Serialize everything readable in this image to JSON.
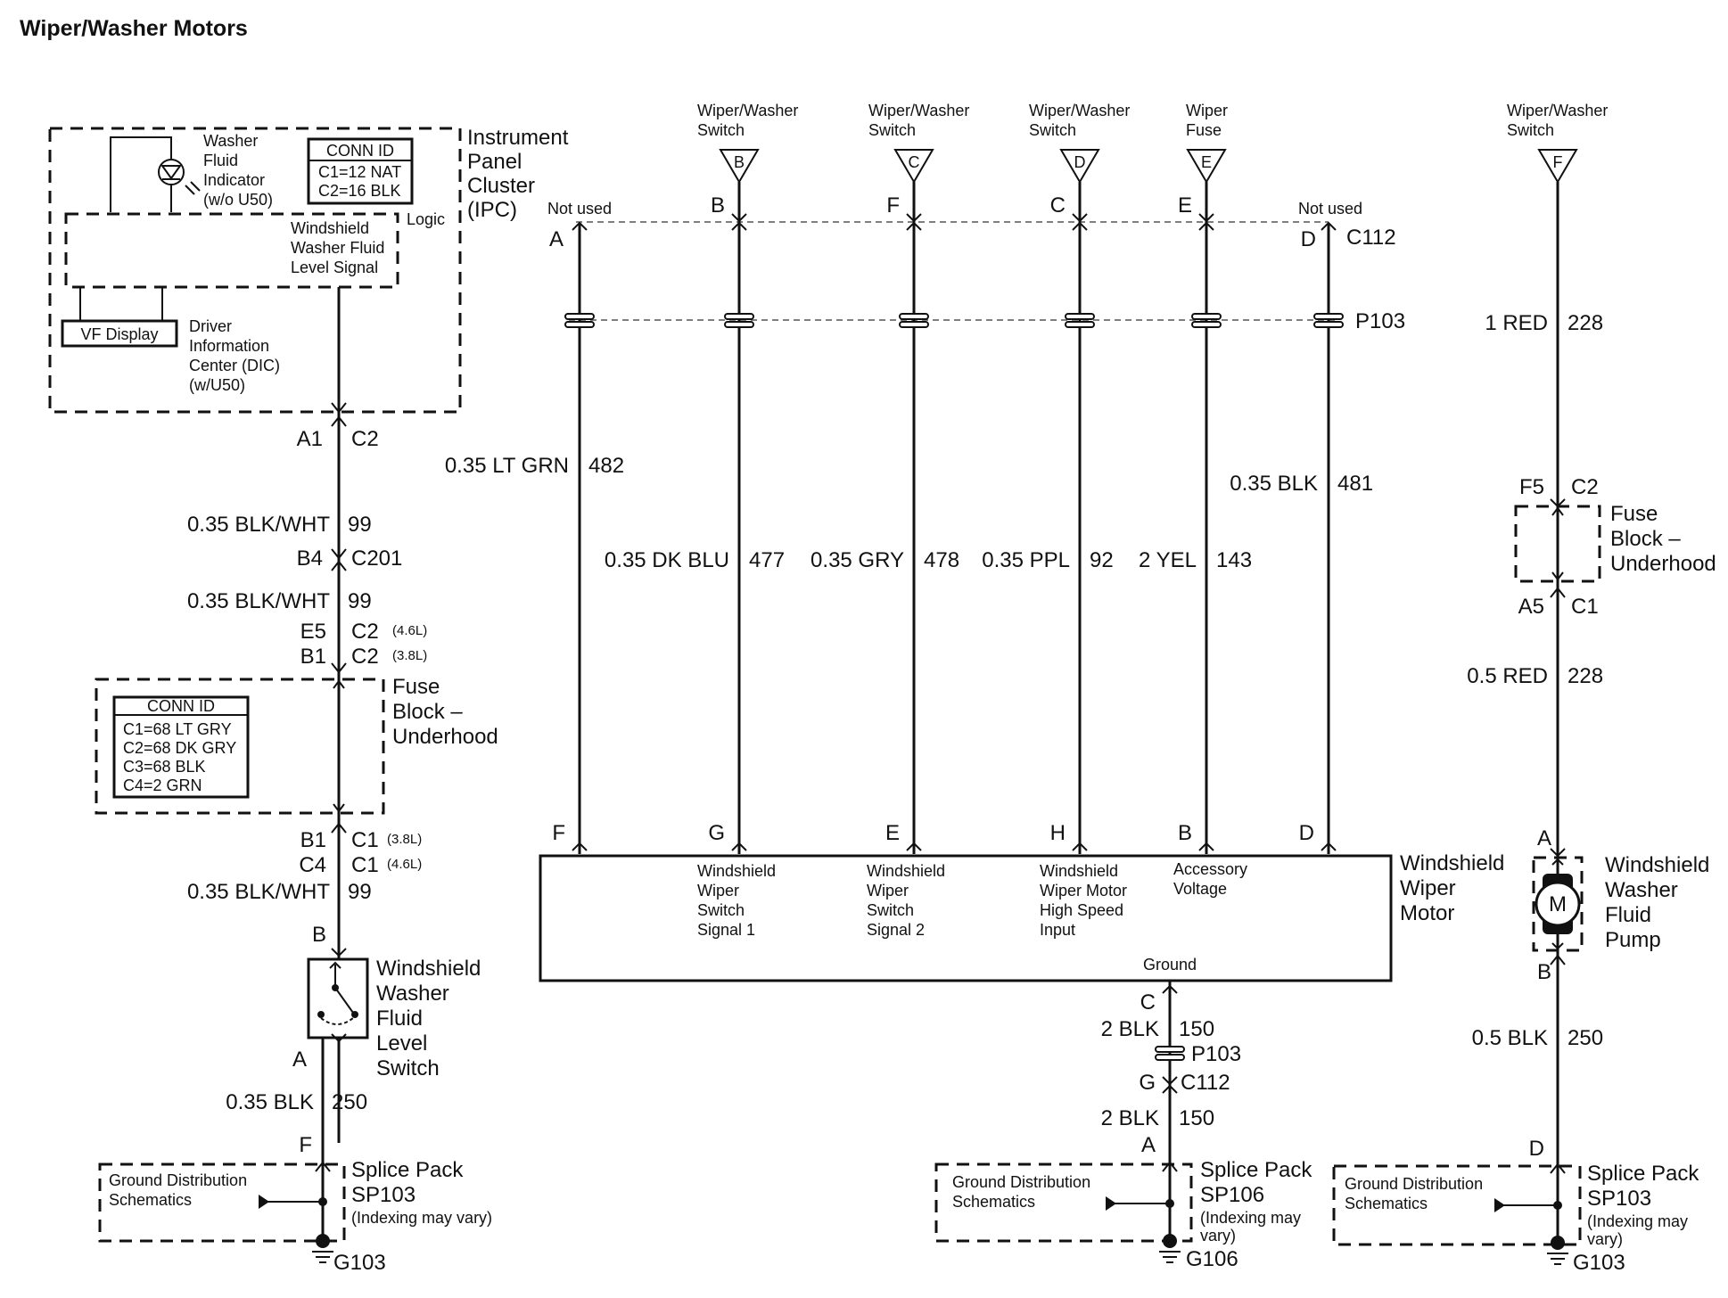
{
  "title": "Wiper/Washer Motors",
  "ipc": {
    "name": "Instrument Panel Cluster (IPC)",
    "name_lines": [
      "Instrument",
      "Panel",
      "Cluster",
      "(IPC)"
    ],
    "washer_indicator": [
      "Washer",
      "Fluid",
      "Indicator",
      "(w/o U50)"
    ],
    "conn_id": {
      "header": "CONN ID",
      "rows": [
        "C1=12 NAT",
        "C2=16 BLK"
      ]
    },
    "logic": "Logic",
    "signal": [
      "Windshield",
      "Washer Fluid",
      "Level Signal"
    ],
    "vf_display": "VF Display",
    "dic": [
      "Driver",
      "Information",
      "Center (DIC)",
      "(w/U50)"
    ]
  },
  "left_circuit": {
    "ipc_pin": "A1",
    "ipc_conn": "C2",
    "wire1": {
      "gauge": "0.35 BLK/WHT",
      "circuit": "99"
    },
    "inline": {
      "pin": "B4",
      "conn": "C201"
    },
    "wire2": {
      "gauge": "0.35 BLK/WHT",
      "circuit": "99"
    },
    "fb_top": [
      {
        "pin": "E5",
        "conn": "C2",
        "note": "(4.6L)"
      },
      {
        "pin": "B1",
        "conn": "C2",
        "note": "(3.8L)"
      }
    ],
    "fuse_block": [
      "Fuse",
      "Block –",
      "Underhood"
    ],
    "conn_id": {
      "header": "CONN ID",
      "rows": [
        "C1=68 LT GRY",
        "C2=68 DK GRY",
        "C3=68 BLK",
        "C4=2 GRN"
      ]
    },
    "fb_bottom": [
      {
        "pin": "B1",
        "conn": "C1",
        "note": "(3.8L)"
      },
      {
        "pin": "C4",
        "conn": "C1",
        "note": "(4.6L)"
      }
    ],
    "wire3": {
      "gauge": "0.35 BLK/WHT",
      "circuit": "99"
    },
    "switch_pin_top": "B",
    "switch_name": [
      "Windshield",
      "Washer",
      "Fluid",
      "Level",
      "Switch"
    ],
    "switch_pin_bottom": "A",
    "wire4": {
      "gauge": "0.35 BLK",
      "circuit": "250"
    },
    "splice_pin": "F",
    "ground_ref": [
      "Ground Distribution",
      "Schematics"
    ],
    "splice": [
      "Splice Pack",
      "SP103",
      "(Indexing may vary)"
    ],
    "ground": "G103"
  },
  "wiper_motor": {
    "name": [
      "Windshield",
      "Wiper",
      "Motor"
    ],
    "c112": "C112",
    "p103": "P103",
    "not_used": "Not used",
    "columns": [
      {
        "source": null,
        "top_pin": "A",
        "note": "Not used",
        "gauge": "0.35 LT GRN",
        "circuit": "482",
        "motor_pin": "F",
        "function": []
      },
      {
        "source": [
          "Wiper/Washer",
          "Switch"
        ],
        "source_pin": "B",
        "top_pin": "B",
        "gauge": "0.35 DK BLU",
        "circuit": "477",
        "motor_pin": "G",
        "function": [
          "Windshield",
          "Wiper",
          "Switch",
          "Signal 1"
        ]
      },
      {
        "source": [
          "Wiper/Washer",
          "Switch"
        ],
        "source_pin": "C",
        "top_pin": "F",
        "gauge": "0.35 GRY",
        "circuit": "478",
        "motor_pin": "E",
        "function": [
          "Windshield",
          "Wiper",
          "Switch",
          "Signal 2"
        ]
      },
      {
        "source": [
          "Wiper/Washer",
          "Switch"
        ],
        "source_pin": "D",
        "top_pin": "C",
        "gauge": "0.35 PPL",
        "circuit": "92",
        "motor_pin": "H",
        "function": [
          "Windshield",
          "Wiper Motor",
          "High Speed",
          "Input"
        ]
      },
      {
        "source": [
          "Wiper",
          "Fuse"
        ],
        "source_pin": "E",
        "top_pin": "E",
        "gauge": "2 YEL",
        "circuit": "143",
        "motor_pin": "B",
        "function": [
          "Accessory",
          "Voltage"
        ]
      },
      {
        "source": null,
        "top_pin": "D",
        "note": "Not used",
        "gauge": "0.35 BLK",
        "circuit": "481",
        "motor_pin": "D",
        "function": []
      }
    ],
    "ground_label": "Ground",
    "ground_circuit": {
      "pin_c": "C",
      "wire1": {
        "gauge": "2 BLK",
        "circuit": "150"
      },
      "p103": "P103",
      "pin_g": "G",
      "c112": "C112",
      "wire2": {
        "gauge": "2 BLK",
        "circuit": "150"
      },
      "pin_a": "A",
      "ground_ref": [
        "Ground Distribution",
        "Schematics"
      ],
      "splice": [
        "Splice Pack",
        "SP106",
        "(Indexing may",
        "vary)"
      ],
      "ground": "G106"
    }
  },
  "pump_circuit": {
    "source": [
      "Wiper/Washer",
      "Switch"
    ],
    "source_pin": "F",
    "wire1": {
      "gauge": "1 RED",
      "circuit": "228"
    },
    "fb_top": {
      "pin": "F5",
      "conn": "C2"
    },
    "fuse_block": [
      "Fuse",
      "Block –",
      "Underhood"
    ],
    "fb_bottom": {
      "pin": "A5",
      "conn": "C1"
    },
    "wire2": {
      "gauge": "0.5 RED",
      "circuit": "228"
    },
    "pump_pin_top": "A",
    "motor_symbol": "M",
    "pump_name": [
      "Windshield",
      "Washer",
      "Fluid",
      "Pump"
    ],
    "pump_pin_bottom": "B",
    "wire3": {
      "gauge": "0.5 BLK",
      "circuit": "250"
    },
    "splice_pin": "D",
    "ground_ref": [
      "Ground Distribution",
      "Schematics"
    ],
    "splice": [
      "Splice Pack",
      "SP103",
      "(Indexing may",
      "vary)"
    ],
    "ground": "G103"
  }
}
